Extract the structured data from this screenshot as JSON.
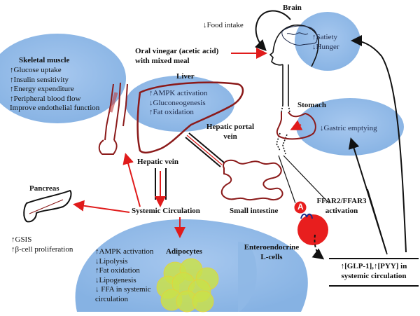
{
  "brain": {
    "title": "Brain",
    "food_intake": "↓Food intake",
    "effects": [
      "↑Satiety",
      "↓Hunger"
    ]
  },
  "oral_input": {
    "line1": "Oral vinegar (acetic acid)",
    "line2": "with mixed meal"
  },
  "skeletal_muscle": {
    "title": "Skeletal muscle",
    "effects": [
      "↑Glucose uptake",
      "↑Insulin sensitivity",
      "↑Energy expenditure",
      "↑Peripheral blood flow",
      "Improve endothelial function"
    ]
  },
  "liver": {
    "title": "Liver",
    "effects": [
      "↑AMPK activation",
      "↓Gluconeogenesis",
      "↑Fat oxidation"
    ]
  },
  "stomach": {
    "title": "Stomach",
    "effect": "↓Gastric emptying"
  },
  "hepatic_portal_vein": {
    "line1": "Hepatic portal",
    "line2": "vein"
  },
  "hepatic_vein": "Hepatic vein",
  "systemic_circulation": "Systemic Circulation",
  "small_intestine": "Small intestine",
  "pancreas": {
    "title": "Pancreas",
    "effects": [
      "↑GSIS",
      "↑β-cell proliferation"
    ]
  },
  "adipocytes": {
    "title": "Adipocytes",
    "effects": [
      "↑AMPK activation",
      "↓Lipolysis",
      "↑Fat oxidation",
      "↓Lipogenesis",
      "↓ FFA in systemic",
      "circulation"
    ]
  },
  "ffar": {
    "line1": "FFAR2/FFAR3",
    "line2": "activation",
    "ligand_letter": "A"
  },
  "l_cells": {
    "line1": "Enteroendocrine",
    "line2": "L-cells"
  },
  "hormones": {
    "line1": "↑[GLP-1],↑[PYY] in",
    "line2": "systemic circulation"
  },
  "colors": {
    "bubble": "#8fb8e6",
    "organ_red": "#8b1a1a",
    "arrow_red": "#e01b1b",
    "l_cell_red": "#e81e1e",
    "adipocyte": "#c9e04a",
    "text_dark": "#1e2a4a"
  }
}
